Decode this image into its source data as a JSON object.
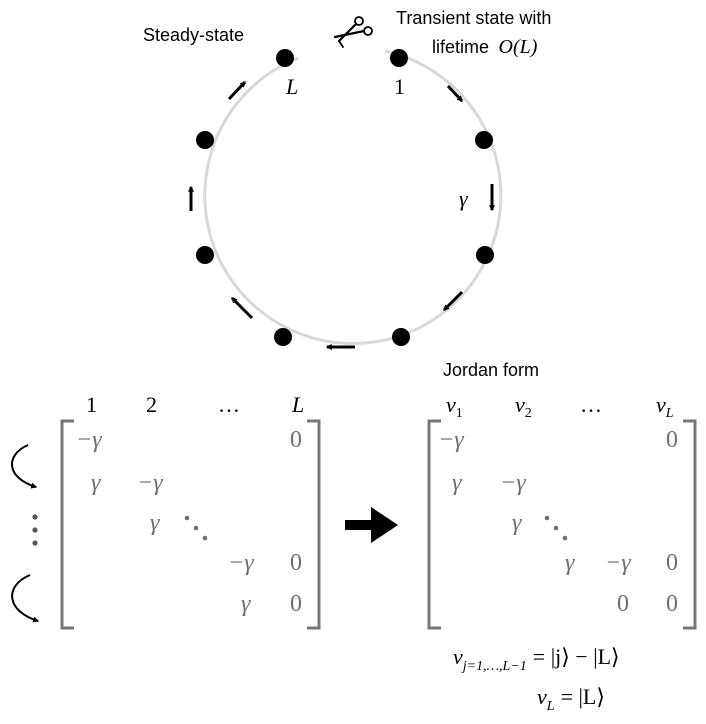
{
  "ring": {
    "label_steady": "Steady-state",
    "label_transient_line1": "Transient state with",
    "label_transient_line2_text": "lifetime",
    "label_transient_line2_math": "O(L)",
    "site_label_L": "L",
    "site_label_1": "1",
    "rate_label": "γ",
    "scissors_icon": "scissors-icon"
  },
  "left_matrix": {
    "col_headers": [
      "1",
      "2",
      "…",
      "L"
    ],
    "entries": [
      {
        "id": "r1c1",
        "text": "−γ"
      },
      {
        "id": "r1cL",
        "text": "0"
      },
      {
        "id": "r2c1",
        "text": "γ"
      },
      {
        "id": "r2c2",
        "text": "−γ"
      },
      {
        "id": "r3c2",
        "text": "γ"
      },
      {
        "id": "r4cLm1",
        "text": "−γ"
      },
      {
        "id": "r4cL",
        "text": "0"
      },
      {
        "id": "r5cLm1",
        "text": "γ"
      },
      {
        "id": "r5cL",
        "text": "0"
      }
    ],
    "side_dots": "⋮"
  },
  "right_matrix": {
    "title": "Jordan form",
    "col_headers": [
      {
        "base": "v",
        "sub": "1"
      },
      {
        "base": "v",
        "sub": "2"
      },
      {
        "base": "…",
        "sub": ""
      },
      {
        "base": "v",
        "sub": "L"
      }
    ],
    "entries": [
      {
        "id": "r1c1",
        "text": "−γ"
      },
      {
        "id": "r1cL",
        "text": "0"
      },
      {
        "id": "r2c1",
        "text": "γ"
      },
      {
        "id": "r2c2",
        "text": "−γ"
      },
      {
        "id": "r3c2",
        "text": "γ"
      },
      {
        "id": "r4cLm2",
        "text": "γ"
      },
      {
        "id": "r4cLm1",
        "text": "−γ"
      },
      {
        "id": "r4cL",
        "text": "0"
      },
      {
        "id": "r5cLm1",
        "text": "0"
      },
      {
        "id": "r5cL",
        "text": "0"
      }
    ]
  },
  "equations": {
    "eq1_lhs_base": "v",
    "eq1_lhs_sub": "j=1,…,L−1",
    "eq1_rhs": "= |j⟩ − |L⟩",
    "eq2_lhs_base": "v",
    "eq2_lhs_sub": "L",
    "eq2_rhs": "= |L⟩"
  }
}
